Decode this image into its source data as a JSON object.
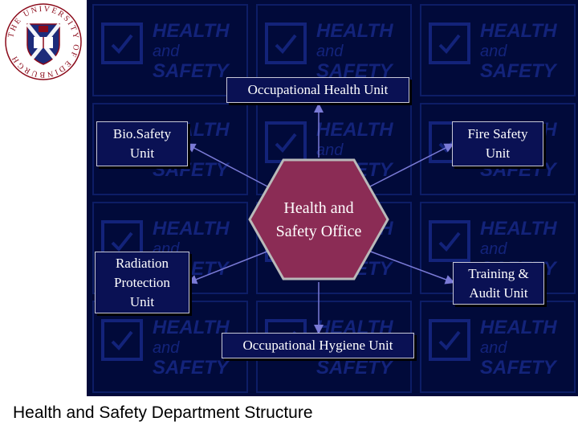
{
  "logo": {
    "text": "THE UNIVERSITY OF EDINBURGH"
  },
  "watermark": {
    "line1": "HEALTH",
    "line2": "and",
    "line3": "SAFETY"
  },
  "center": {
    "label": "Health and Safety Office"
  },
  "units": {
    "occupational_health": "Occupational Health Unit",
    "biosafety": "Bio.Safety Unit",
    "fire_safety": "Fire Safety Unit",
    "radiation": "Radiation Protection Unit",
    "training": "Training & Audit Unit",
    "occupational_hygiene": "Occupational Hygiene Unit"
  },
  "footer": {
    "title": "Health and Safety Department Structure"
  },
  "colors": {
    "background": "#010a3a",
    "box_fill": "#0a1154",
    "hexagon_fill": "#8b2c55",
    "arrow": "#7a7ad6"
  }
}
